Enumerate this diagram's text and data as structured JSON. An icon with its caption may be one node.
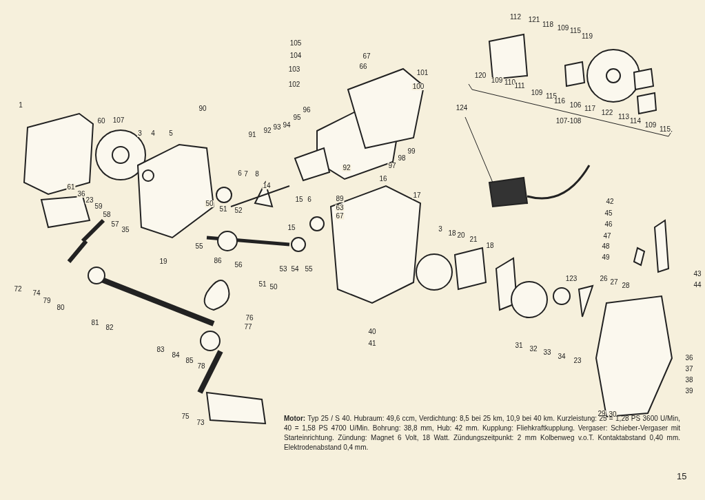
{
  "diagram": {
    "labels": [
      "105",
      "104",
      "103",
      "102",
      "67",
      "66",
      "101",
      "100",
      "112",
      "121",
      "118",
      "109",
      "115",
      "119",
      "90",
      "1",
      "60",
      "107",
      "3",
      "4",
      "5",
      "91",
      "92",
      "93",
      "94",
      "95",
      "96",
      "124",
      "120",
      "109",
      "110",
      "111",
      "109",
      "115",
      "116",
      "106",
      "117",
      "122",
      "113",
      "114",
      "109",
      "115",
      "107-108",
      "99",
      "98",
      "97",
      "6",
      "7",
      "8",
      "14",
      "92",
      "16",
      "17",
      "61",
      "36",
      "23",
      "59",
      "58",
      "57",
      "35",
      "50",
      "51",
      "52",
      "15",
      "6",
      "89",
      "63",
      "67",
      "15",
      "42",
      "45",
      "46",
      "47",
      "48",
      "49",
      "43",
      "44",
      "3",
      "18",
      "20",
      "21",
      "18",
      "26",
      "27",
      "28",
      "123",
      "55",
      "19",
      "56",
      "53",
      "54",
      "55",
      "86",
      "72",
      "74",
      "79",
      "80",
      "51",
      "50",
      "81",
      "82",
      "31",
      "32",
      "33",
      "34",
      "23",
      "40",
      "41",
      "76",
      "77",
      "36",
      "37",
      "38",
      "39",
      "83",
      "84",
      "85",
      "78",
      "75",
      "73",
      "29",
      "30",
      "**Motor:** Typ 25 / S 40. Hubraum: 49,6 ccm, Verdichtung: 8,5 bei 25 km, 10,9 bei 40 km. Kurzleistung: 25 = 1,28 PS 3600 U/Min, 40 = 1,58 PS 4700 U/Min. Bohrung: 38,8 mm, Hub: 42 mm. Kupplung: Fliehkraftkupplung. Vergaser: Schieber-Vergaser mit Starteinrichtung. Zündung: Magnet 6 Volt, 18 Watt. Zündungszeitpunkt: 2 mm Kolbenweg v.o.T. Kontaktabstand 0,40 mm. Elektrodenabstand 0,4 mm.",
      "15"
    ]
  }
}
